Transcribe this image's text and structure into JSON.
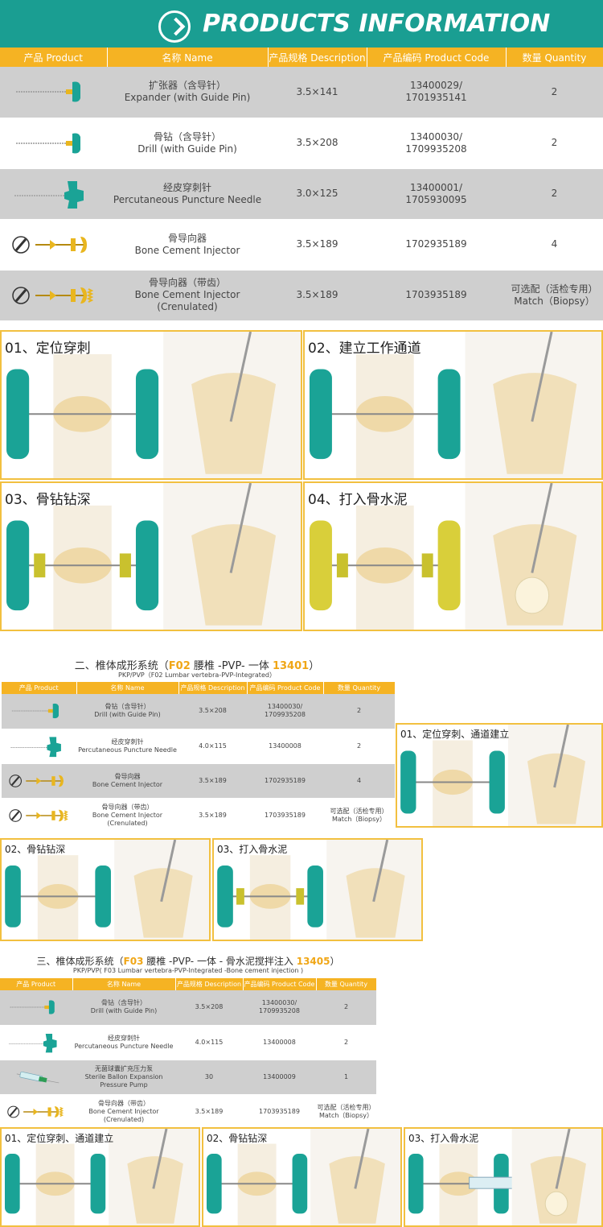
{
  "banner": {
    "title": "PRODUCTS INFORMATION",
    "icon": "chevron-circle-icon"
  },
  "colors": {
    "teal": "#1a9e92",
    "header": "#f5b323",
    "row_gray": "#cfcfcf",
    "frame": "#f2c040",
    "highlight": "#f0a616"
  },
  "headers": {
    "product": "产品 Product",
    "name": "名称 Name",
    "description": "产品规格 Description",
    "code": "产品编码 Product Code",
    "quantity": "数量 Quantity"
  },
  "table1": {
    "rows": [
      {
        "icon": "expander-icon",
        "name_cn": "扩张器（含导针）",
        "name_en": "Expander (with Guide Pin)",
        "spec": "3.5×141",
        "code": "13400029/\n1701935141",
        "qty": "2"
      },
      {
        "icon": "drill-icon",
        "name_cn": "骨钻（含导针）",
        "name_en": "Drill (with Guide Pin)",
        "spec": "3.5×208",
        "code": "13400030/\n1709935208",
        "qty": "2"
      },
      {
        "icon": "puncture-needle-icon",
        "name_cn": "经皮穿刺针",
        "name_en": "Percutaneous Puncture Needle",
        "spec": "3.0×125",
        "code": "13400001/\n1705930095",
        "qty": "2"
      },
      {
        "icon": "cement-injector-icon",
        "name_cn": "骨导向器",
        "name_en": "Bone Cement Injector",
        "spec": "3.5×189",
        "code": "1702935189",
        "qty": "4"
      },
      {
        "icon": "cement-injector-crenulated-icon",
        "name_cn": "骨导向器（带齿）",
        "name_en": "Bone Cement Injector (Crenulated)",
        "spec": "3.5×189",
        "code": "1703935189",
        "qty": "可选配（活检专用）\nMatch（Biopsy）"
      }
    ]
  },
  "steps1": [
    {
      "title": "01、定位穿刺"
    },
    {
      "title": "02、建立工作通道"
    },
    {
      "title": "03、骨钻钻深"
    },
    {
      "title": "04、打入骨水泥"
    }
  ],
  "section2": {
    "title_prefix": "二、椎体成形系统（",
    "title_code": "F02",
    "title_mid": " 腰椎 -PVP- 一体 ",
    "title_num": "13401",
    "title_suffix": "）",
    "subtitle": "PKP/PVP（F02 Lumbar vertebra-PVP-Integrated）"
  },
  "table2": {
    "rows": [
      {
        "icon": "drill-icon",
        "name_cn": "骨钻（含导针）",
        "name_en": "Drill (with Guide Pin)",
        "spec": "3.5×208",
        "code": "13400030/\n1709935208",
        "qty": "2"
      },
      {
        "icon": "puncture-needle-icon",
        "name_cn": "经皮穿刺针",
        "name_en": "Percutaneous Puncture Needle",
        "spec": "4.0×115",
        "code": "13400008",
        "qty": "2"
      },
      {
        "icon": "cement-injector-icon",
        "name_cn": "骨导向器",
        "name_en": "Bone Cement Injector",
        "spec": "3.5×189",
        "code": "1702935189",
        "qty": "4"
      },
      {
        "icon": "cement-injector-crenulated-icon",
        "name_cn": "骨导向器（带齿）",
        "name_en": "Bone Cement Injector\n(Crenulated)",
        "spec": "3.5×189",
        "code": "1703935189",
        "qty": "可选配（活检专用）\nMatch（Biopsy）"
      }
    ]
  },
  "steps2": [
    {
      "title": "01、定位穿刺、通道建立"
    },
    {
      "title": "02、骨钻钻深"
    },
    {
      "title": "03、打入骨水泥"
    }
  ],
  "section3": {
    "title_prefix": "三、椎体成形系统（",
    "title_code": "F03",
    "title_mid": " 腰椎 -PVP- 一体 - 骨水泥搅拌注入 ",
    "title_num": "13405",
    "title_suffix": "）",
    "subtitle": "PKP/PVP( F03 Lumbar vertebra-PVP-Integrated -Bone cement injection )"
  },
  "table3": {
    "rows": [
      {
        "icon": "drill-icon",
        "name_cn": "骨钻（含导针）",
        "name_en": "Drill (with Guide Pin)",
        "spec": "3.5×208",
        "code": "13400030/\n1709935208",
        "qty": "2"
      },
      {
        "icon": "puncture-needle-icon",
        "name_cn": "经皮穿刺针",
        "name_en": "Percutaneous Puncture Needle",
        "spec": "4.0×115",
        "code": "13400008",
        "qty": "2"
      },
      {
        "icon": "pressure-pump-icon",
        "name_cn": "无菌球囊扩充压力泵",
        "name_en": "Sterile Ballon Expansion Pressure Pump",
        "spec": "30",
        "code": "13400009",
        "qty": "1"
      },
      {
        "icon": "cement-injector-crenulated-icon",
        "name_cn": "骨导向器（带齿）",
        "name_en": "Bone Cement Injector (Crenulated)",
        "spec": "3.5×189",
        "code": "1703935189",
        "qty": "可选配（活检专用）\nMatch（Biopsy）"
      }
    ]
  },
  "steps3": [
    {
      "title": "01、定位穿刺、通道建立"
    },
    {
      "title": "02、骨钻钻深"
    },
    {
      "title": "03、打入骨水泥"
    }
  ]
}
